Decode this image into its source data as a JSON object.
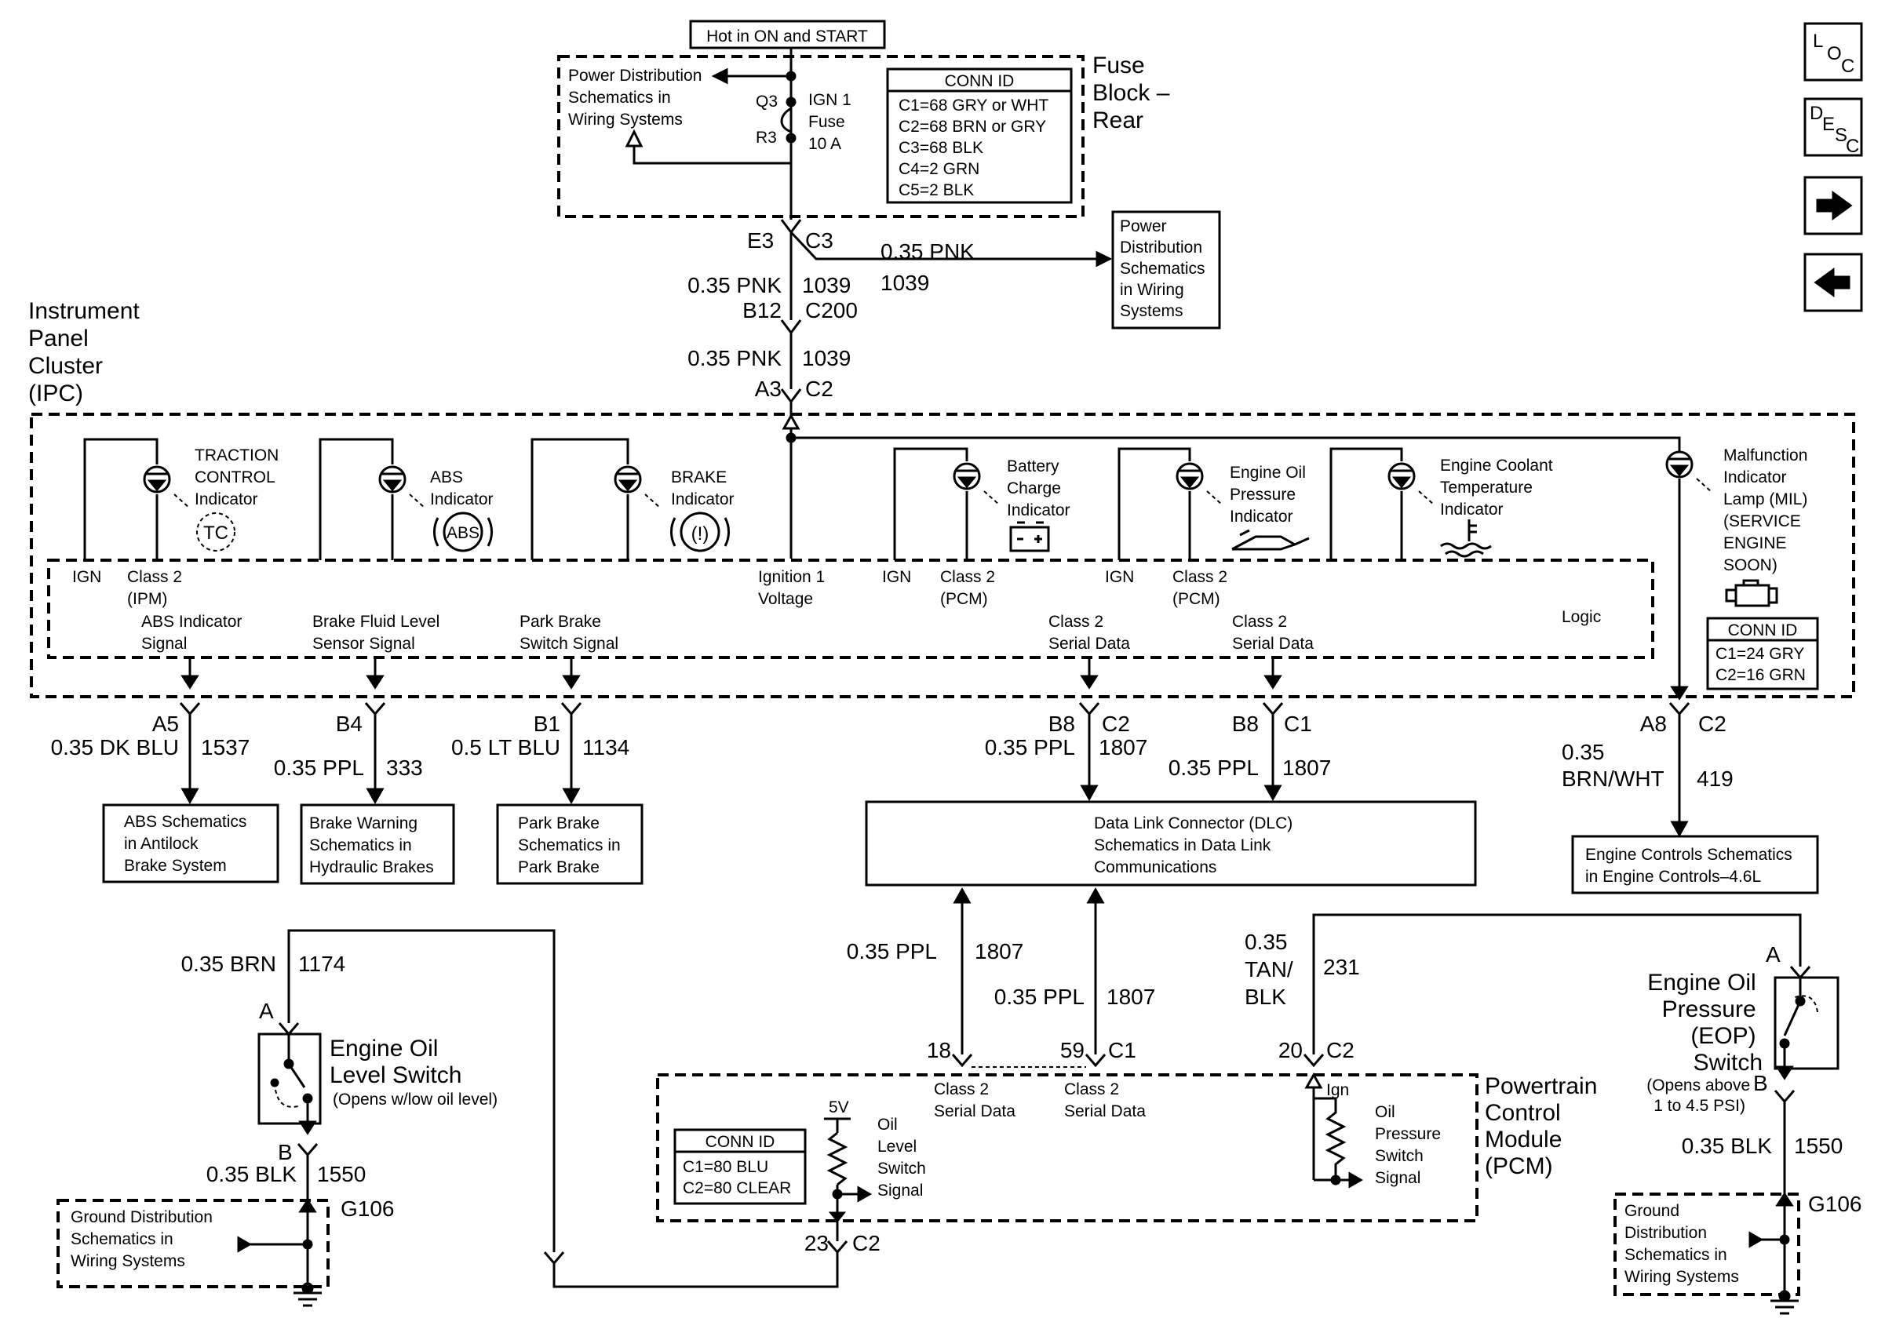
{
  "power": {
    "hot": "Hot in ON and START",
    "pd_top": [
      "Power Distribution",
      "Schematics in",
      "Wiring Systems"
    ],
    "q3": "Q3",
    "r3": "R3",
    "fuse": [
      "IGN 1",
      "Fuse",
      "10 A"
    ],
    "block": [
      "Fuse",
      "Block –",
      "Rear"
    ],
    "conn_id": {
      "title": "CONN ID",
      "rows": [
        "C1=68 GRY or WHT",
        "C2=68 BRN or GRY",
        "C3=68 BLK",
        "C4=2 GRN",
        "C5=2 BLK"
      ]
    },
    "e3": "E3",
    "c3": "C3",
    "branch_wire": "0.35 PNK",
    "branch_circuit": "1039",
    "pd_right": [
      "Power",
      "Distribution",
      "Schematics",
      "in Wiring",
      "Systems"
    ],
    "main_wire": "0.35 PNK",
    "main_circuit": "1039",
    "b12": "B12",
    "c200": "C200",
    "wire2": "0.35 PNK",
    "circuit2": "1039",
    "a3": "A3",
    "c2": "C2"
  },
  "ipc": {
    "name": [
      "Instrument",
      "Panel",
      "Cluster",
      "(IPC)"
    ],
    "indicators": {
      "traction": [
        "TRACTION",
        "CONTROL",
        "Indicator"
      ],
      "traction_sym": "TC",
      "abs": [
        "ABS",
        "Indicator"
      ],
      "abs_sym": "ABS",
      "brake": [
        "BRAKE",
        "Indicator"
      ],
      "brake_sym": "(!)",
      "battery": [
        "Battery",
        "Charge",
        "Indicator"
      ],
      "oil": [
        "Engine Oil",
        "Pressure",
        "Indicator"
      ],
      "coolant": [
        "Engine Coolant",
        "Temperature",
        "Indicator"
      ],
      "mil": [
        "Malfunction",
        "Indicator",
        "Lamp (MIL)",
        "(SERVICE",
        "ENGINE",
        "SOON)"
      ]
    },
    "inner": {
      "ign1": "IGN",
      "class2_ipm": [
        "Class 2",
        "(IPM)"
      ],
      "abs_sig": [
        "ABS Indicator",
        "Signal"
      ],
      "brake_fluid": [
        "Brake Fluid Level",
        "Sensor Signal"
      ],
      "park_brake": [
        "Park Brake",
        "Switch Signal"
      ],
      "ign_voltage": [
        "Ignition 1",
        "Voltage"
      ],
      "ign2": "IGN",
      "class2_pcm1": [
        "Class 2",
        "(PCM)"
      ],
      "ign3": "IGN",
      "class2_pcm2": [
        "Class 2",
        "(PCM)"
      ],
      "serial1": [
        "Class 2",
        "Serial Data"
      ],
      "serial2": [
        "Class 2",
        "Serial Data"
      ],
      "logic": "Logic"
    },
    "conn_id": {
      "title": "CONN ID",
      "rows": [
        "C1=24 GRY",
        "C2=16 GRN"
      ]
    }
  },
  "outputs": [
    {
      "pin": "A5",
      "wire": "0.35 DK BLU",
      "circuit": "1537"
    },
    {
      "pin": "B4",
      "wire": "0.35 PPL",
      "circuit": "333"
    },
    {
      "pin": "B1",
      "wire": "0.5 LT BLU",
      "circuit": "1134"
    },
    {
      "pin": "B8",
      "conn": "C2",
      "wire": "0.35 PPL",
      "circuit": "1807"
    },
    {
      "pin": "B8",
      "conn": "C1",
      "wire": "0.35 PPL",
      "circuit": "1807"
    },
    {
      "pin": "A8",
      "conn": "C2",
      "wire": [
        "0.35",
        "BRN/WHT"
      ],
      "circuit": "419"
    }
  ],
  "dest": {
    "abs": [
      "ABS Schematics",
      "in Antilock",
      "Brake System"
    ],
    "brake": [
      "Brake Warning",
      "Schematics in",
      "Hydraulic Brakes"
    ],
    "park": [
      "Park Brake",
      "Schematics in",
      "Park Brake"
    ],
    "dlc": [
      "Data Link Connector (DLC)",
      "Schematics in Data Link",
      "Communications"
    ],
    "engine": [
      "Engine Controls Schematics",
      "in Engine Controls–4.6L"
    ]
  },
  "lower": {
    "w_brn": "0.35 BRN",
    "c_1174": "1174",
    "pin_a": "A",
    "oil_level_sw": [
      "Engine Oil",
      "Level Switch"
    ],
    "oil_level_note": "(Opens w/low oil level)",
    "pin_b": "B",
    "w_blk": "0.35 BLK",
    "c_1550": "1550",
    "ground_dist": [
      "Ground Distribution",
      "Schematics in",
      "Wiring Systems"
    ],
    "g106": "G106",
    "w_ppl1": "0.35 PPL",
    "c_1807a": "1807",
    "w_ppl2": "0.35 PPL",
    "c_1807b": "1807",
    "w_tan": [
      "0.35",
      "TAN/",
      "BLK"
    ],
    "c_231": "231",
    "pin18": "18",
    "pin59": "59",
    "c1": "C1",
    "pin20": "20",
    "c2": "C2",
    "pin23": "23",
    "c2b": "C2",
    "pcm": [
      "Powertrain",
      "Control",
      "Module",
      "(PCM)"
    ],
    "pcm_serial1": [
      "Class 2",
      "Serial Data"
    ],
    "pcm_serial2": [
      "Class 2",
      "Serial Data"
    ],
    "five_v": "5V",
    "oil_level_signal": [
      "Oil",
      "Level",
      "Switch",
      "Signal"
    ],
    "ign": "Ign",
    "oil_press_signal": [
      "Oil",
      "Pressure",
      "Switch",
      "Signal"
    ],
    "pcm_conn": {
      "title": "CONN ID",
      "rows": [
        "C1=80 BLU",
        "C2=80 CLEAR"
      ]
    },
    "eop_pin_a": "A",
    "eop_name": [
      "Engine Oil",
      "Pressure",
      "(EOP)",
      "Switch"
    ],
    "eop_note": [
      "(Opens above",
      "1 to 4.5 PSI)"
    ],
    "eop_pin_b": "B",
    "w_blk2": "0.35 BLK",
    "c_1550b": "1550",
    "ground_dist2": [
      "Ground",
      "Distribution",
      "Schematics in",
      "Wiring Systems"
    ],
    "g106b": "G106"
  },
  "nav": {
    "loc": [
      "L",
      "O",
      "C"
    ],
    "desc": [
      "D",
      "E",
      "S",
      "C"
    ],
    "next": "→",
    "prev": "←"
  }
}
